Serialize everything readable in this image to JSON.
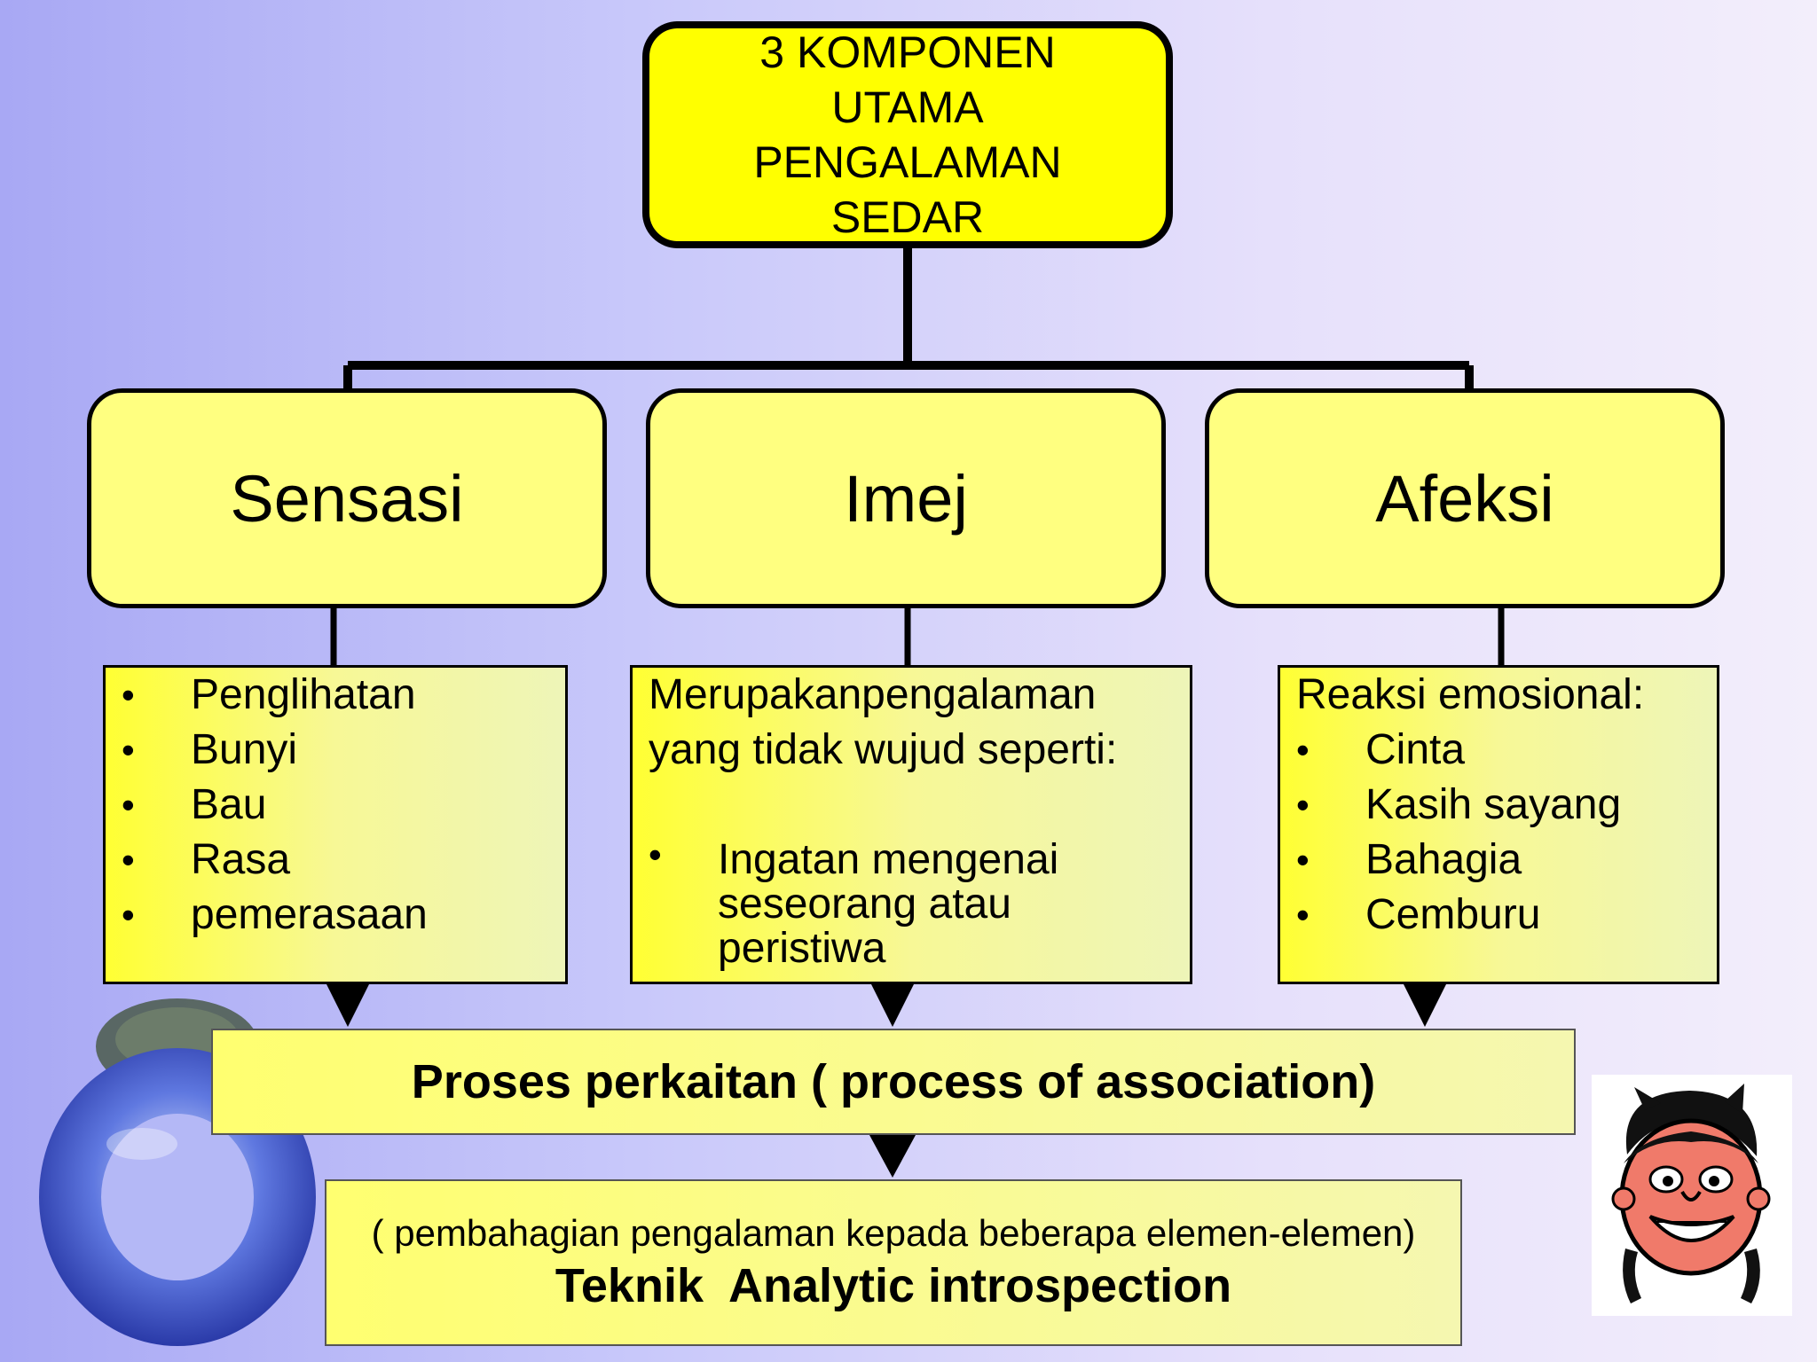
{
  "top_box": {
    "lines": [
      "3 KOMPONEN",
      "UTAMA",
      "PENGALAMAN",
      "SEDAR"
    ]
  },
  "categories": [
    {
      "label": "Sensasi"
    },
    {
      "label": "Imej"
    },
    {
      "label": "Afeksi"
    }
  ],
  "sensasi_list": {
    "items": [
      "Penglihatan",
      "Bunyi",
      "Bau",
      "Rasa",
      "pemerasaan"
    ]
  },
  "imej_list": {
    "intro": [
      "Merupakanpengalaman",
      "yang tidak wujud seperti:"
    ],
    "items": [
      [
        "Ingatan mengenai",
        "seseorang atau",
        "peristiwa"
      ]
    ]
  },
  "afeksi_list": {
    "intro": "Reaksi emosional:",
    "items": [
      "Cinta",
      "Kasih sayang",
      "Bahagia",
      "Cemburu"
    ]
  },
  "association": {
    "label": "Proses perkaitan ( process of association)"
  },
  "technique": {
    "subtitle": "( pembahagian pengalaman kepada beberapa elemen-elemen)",
    "title": "Teknik  Analytic introspection"
  },
  "colors": {
    "top_box": "#ffff00",
    "category_box": "#ffff80",
    "list_box": "#f7f896",
    "connector": "#000000"
  },
  "icons": {
    "decor": "blue-glass-ring",
    "character": "smiling-girl-face"
  }
}
